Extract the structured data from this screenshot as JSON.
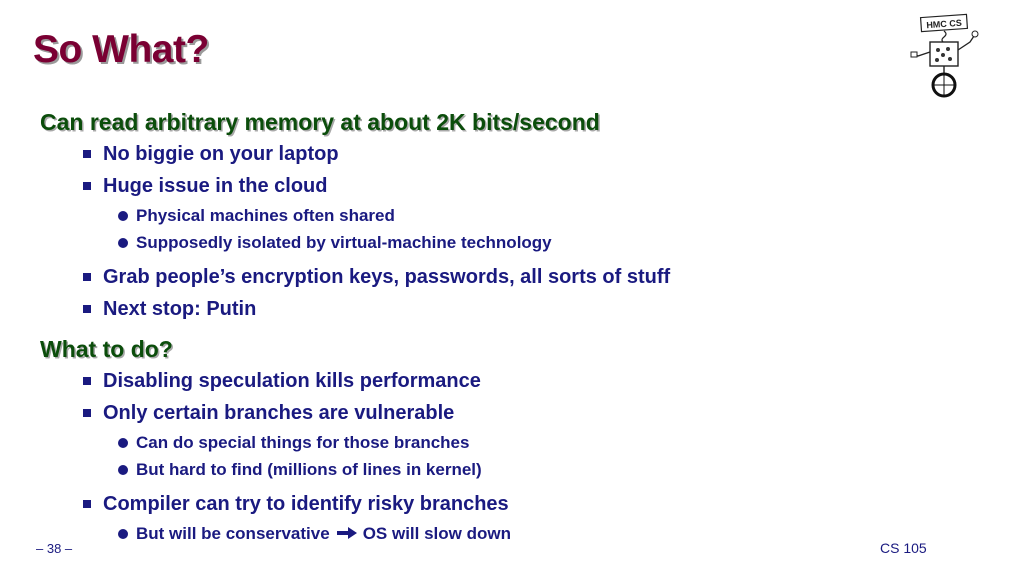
{
  "title": "So What?",
  "logo": {
    "text": "HMC CS"
  },
  "sections": [
    {
      "heading": "Can read arbitrary memory at about 2K bits/second",
      "items": [
        {
          "text": "No biggie on your laptop"
        },
        {
          "text": "Huge issue in the cloud",
          "sub": [
            "Physical machines often shared",
            "Supposedly isolated by virtual-machine technology"
          ]
        },
        {
          "text": "Grab people’s encryption keys, passwords, all sorts of stuff"
        },
        {
          "text": "Next stop: Putin"
        }
      ]
    },
    {
      "heading": "What to do?",
      "items": [
        {
          "text": "Disabling speculation kills performance"
        },
        {
          "text": "Only certain branches are vulnerable",
          "sub": [
            "Can do special things for those branches",
            "But hard to find (millions of lines in kernel)"
          ]
        },
        {
          "text": "Compiler can try to identify risky branches",
          "sub_arrow": {
            "before": "But will be conservative",
            "after": "OS will slow down"
          }
        }
      ]
    }
  ],
  "footer": {
    "page": "– 38 –",
    "course": "CS 105"
  },
  "colors": {
    "title": "#7a0033",
    "heading": "#0b4d0b",
    "bullet": "#1a1a80"
  }
}
